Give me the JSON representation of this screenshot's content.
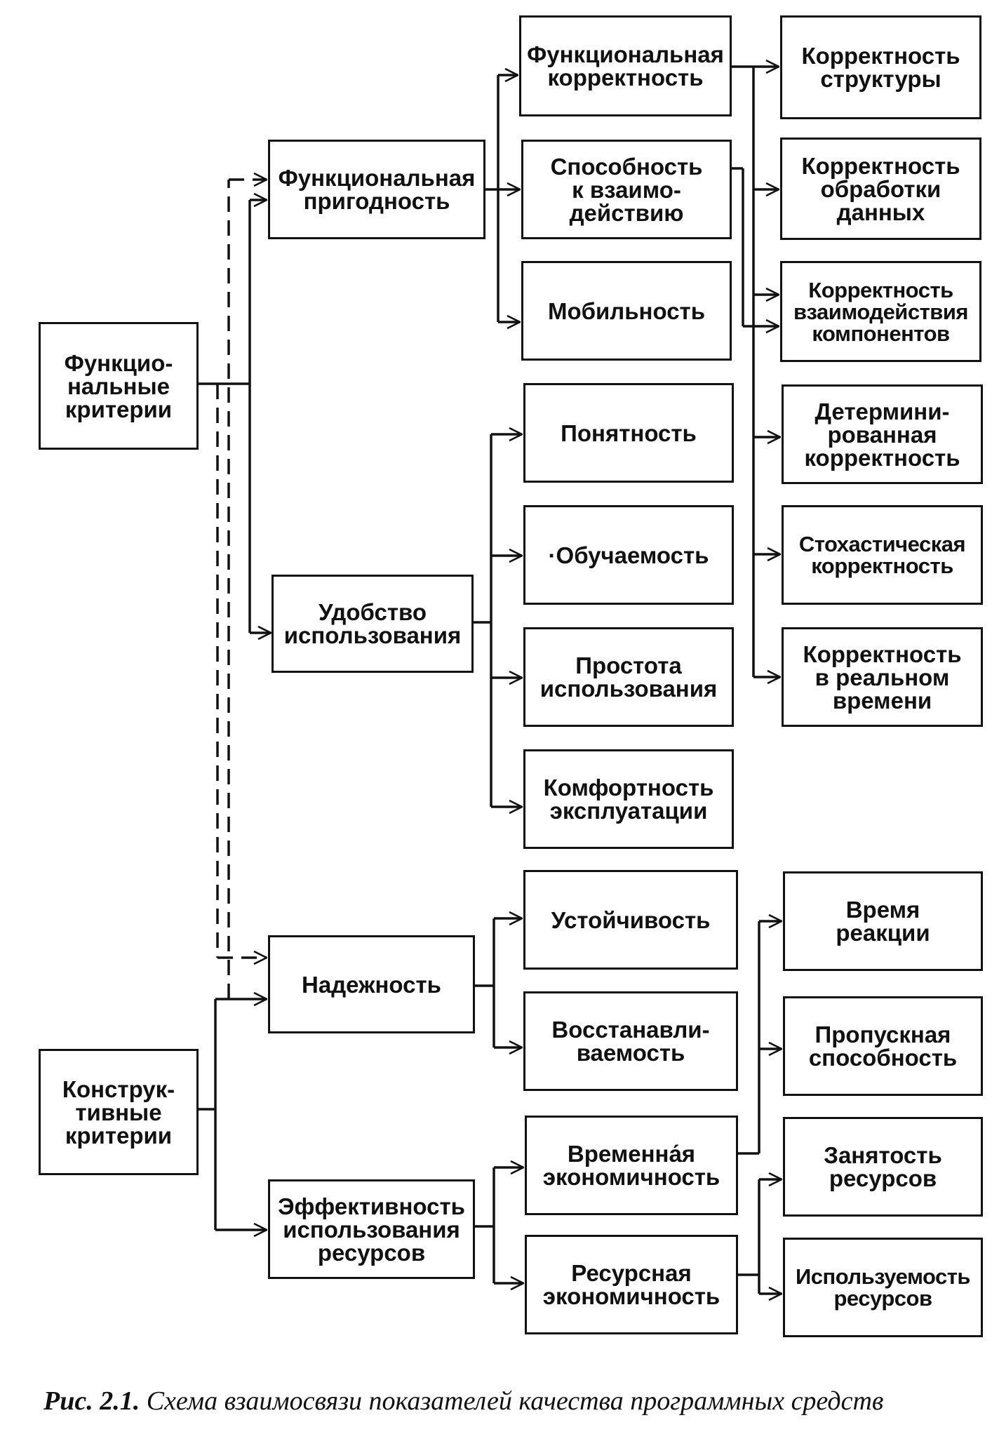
{
  "nodes": {
    "functional_criteria": "Функцио-\nнальные\nкритерии",
    "constructive_criteria": "Конструк-\nтивные\nкритерии",
    "functional_suitability": "Функциональная\nпригодность",
    "usability": "Удобство\nиспользования",
    "reliability": "Надежность",
    "resource_efficiency": "Эффективность\nиспользования\nресурсов",
    "functional_correctness": "Функциональная\nкорректность",
    "interoperability": "Способность\nк взаимо-\nдействию",
    "mobility": "Мобильность",
    "understandability": "Понятность",
    "learnability": "·Обучаемость",
    "ease_of_use": "Простота\nиспользования",
    "operating_comfort": "Комфортность\nэксплуатации",
    "stability": "Устойчивость",
    "recoverability": "Восстанавли-\nваемость",
    "time_economy": "Временна́я\nэкономичность",
    "resource_economy": "Ресурсная\nэкономичность",
    "structure_correctness": "Корректность\nструктуры",
    "data_processing_correctness": "Корректность\nобработки\nданных",
    "component_interaction_correctness": "Корректность\nвзаимодействия\nкомпонентов",
    "deterministic_correctness": "Детермини-\nрованная\nкорректность",
    "stochastic_correctness": "Стохастическая\nкорректность",
    "realtime_correctness": "Корректность\nв реальном\nвремени",
    "reaction_time": "Время\nреакции",
    "throughput": "Пропускная\nспособность",
    "resource_occupancy": "Занятость\nресурсов",
    "resource_utilization": "Используемость\nресурсов"
  },
  "caption": {
    "label": "Рис. 2.1.",
    "text": "Схема взаимосвязи показателей качества программных средств"
  },
  "colors": {
    "line": "#111111",
    "background": "#ffffff"
  }
}
